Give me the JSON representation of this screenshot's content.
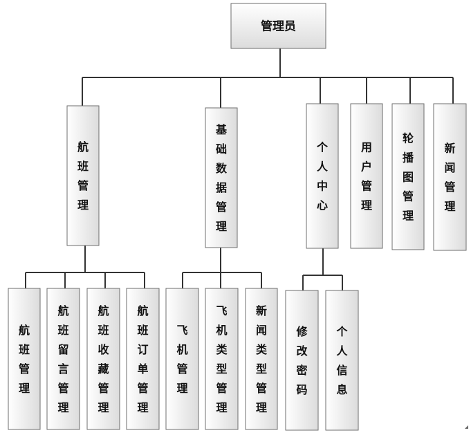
{
  "diagram": {
    "root": {
      "id": "admin",
      "label": "管理员"
    },
    "nodes": [
      {
        "id": "flight-mgmt",
        "label": "航班管理",
        "parent": "admin"
      },
      {
        "id": "basic-data-mgmt",
        "label": "基础数据管理",
        "parent": "admin"
      },
      {
        "id": "personal-center",
        "label": "个人中心",
        "parent": "admin"
      },
      {
        "id": "user-mgmt",
        "label": "用户管理",
        "parent": "admin"
      },
      {
        "id": "carousel-mgmt",
        "label": "轮播图管理",
        "parent": "admin"
      },
      {
        "id": "news-mgmt",
        "label": "新闻管理",
        "parent": "admin"
      },
      {
        "id": "flight-mgmt-sub",
        "label": "航班管理",
        "parent": "flight-mgmt"
      },
      {
        "id": "flight-comment-mgmt",
        "label": "航班留言管理",
        "parent": "flight-mgmt"
      },
      {
        "id": "flight-favorite-mgmt",
        "label": "航班收藏管理",
        "parent": "flight-mgmt"
      },
      {
        "id": "flight-order-mgmt",
        "label": "航班订单管理",
        "parent": "flight-mgmt"
      },
      {
        "id": "aircraft-mgmt",
        "label": "飞机管理",
        "parent": "basic-data-mgmt"
      },
      {
        "id": "aircraft-type-mgmt",
        "label": "飞机类型管理",
        "parent": "basic-data-mgmt"
      },
      {
        "id": "news-type-mgmt",
        "label": "新闻类型管理",
        "parent": "basic-data-mgmt"
      },
      {
        "id": "change-password",
        "label": "修改密码",
        "parent": "personal-center"
      },
      {
        "id": "personal-info",
        "label": "个人信息",
        "parent": "personal-center"
      }
    ]
  },
  "colors": {
    "box_top": "#ffffff",
    "box_bottom": "#dcdcdc",
    "border": "#6e6e6e",
    "line": "#333333",
    "text": "#111111"
  }
}
